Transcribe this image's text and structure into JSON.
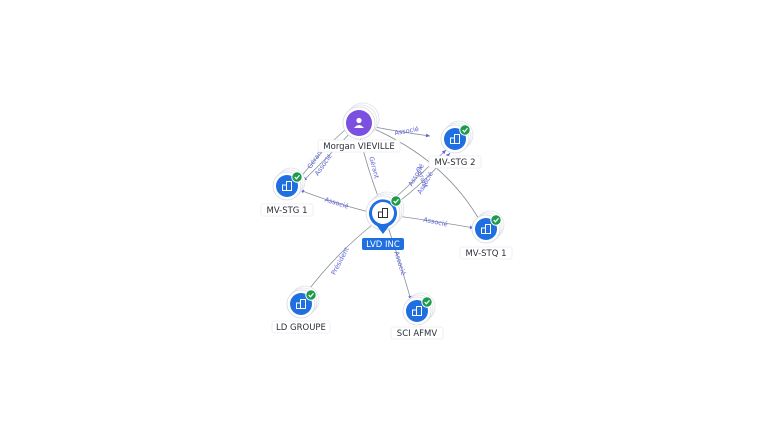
{
  "colors": {
    "company_blue": "#1f6fe0",
    "person_purple": "#7b4fe0",
    "check_green": "#1d9a4c",
    "edge_grey": "#8a8f99",
    "edge_label": "#5b64d6"
  },
  "nodes": [
    {
      "id": "morgan",
      "label": "Morgan VIEVILLE",
      "kind": "person",
      "icon": "person-icon",
      "verified": false
    },
    {
      "id": "lvd",
      "label": "LVD INC",
      "kind": "company",
      "icon": "building-icon",
      "verified": true,
      "focus": true
    },
    {
      "id": "mvstg2",
      "label": "MV-STG 2",
      "kind": "company",
      "icon": "building-icon",
      "verified": true
    },
    {
      "id": "mvstg1",
      "label": "MV-STG 1",
      "kind": "company",
      "icon": "building-icon",
      "verified": true
    },
    {
      "id": "mvstq1",
      "label": "MV-STQ 1",
      "kind": "company",
      "icon": "building-icon",
      "verified": true
    },
    {
      "id": "ldgroupe",
      "label": "LD GROUPE",
      "kind": "company",
      "icon": "building-icon",
      "verified": true
    },
    {
      "id": "sciafmv",
      "label": "SCI AFMV",
      "kind": "company",
      "icon": "building-icon",
      "verified": true
    }
  ],
  "edges": [
    {
      "from": "morgan",
      "to": "mvstg2",
      "label": "Associé"
    },
    {
      "from": "morgan",
      "to": "lvd",
      "label": "Gérant"
    },
    {
      "from": "morgan",
      "to": "mvstg1",
      "label": "Gérant"
    },
    {
      "from": "morgan",
      "to": "mvstg1",
      "label": "Associé"
    },
    {
      "from": "morgan",
      "to": "mvstq1",
      "label": "Gérant"
    },
    {
      "from": "lvd",
      "to": "mvstg1",
      "label": "Associé"
    },
    {
      "from": "lvd",
      "to": "mvstg2",
      "label": "Associé"
    },
    {
      "from": "lvd",
      "to": "mvstg2",
      "label": "Associé"
    },
    {
      "from": "lvd",
      "to": "mvstq1",
      "label": "Associé"
    },
    {
      "from": "lvd",
      "to": "ldgroupe",
      "label": "Président"
    },
    {
      "from": "lvd",
      "to": "sciafmv",
      "label": "Associé"
    }
  ]
}
